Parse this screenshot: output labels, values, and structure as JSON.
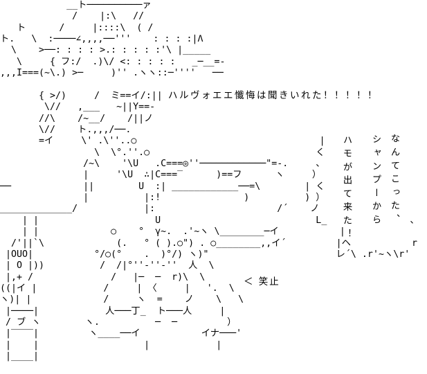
{
  "page": {
    "background_color": "#ffffff",
    "text_color": "#000000",
    "description": "Japanese ASCII art (AA) of a mecha-fish creature blowing bubbles, with dialogue text"
  },
  "dialogue": {
    "text": "ハルヴォエエ懺悔は聞きいれた！！！！！"
  },
  "caption": {
    "text": "＜ 笑止"
  },
  "speech_bubble": {
    "columns": [
      "なんてこった、",
      "シャンプーから",
      "ハモが出て来た！"
    ]
  },
  "ascii_art": {
    "lines": [
      "            __ト──────────ァ",
      "             /    |:\\   //",
      "   ト      /     |::::\\  ( /",
      "ト.   \\  :────∠,,,,──'''    : : : :|Λ",
      "  \\    >──: : : : >.: : : : :'\\ |_____",
      "   \\     { フ:/  .)\\/ <: : : : :   _─__=-",
      ",,,I===(~\\.) >─     )'' .ヽヽ::─''''   ──",
      "",
      "       { >/)     /  ミ==イ/:||",
      "        \\//   ,___   ~||Y==-",
      "       //\\    /~__/    /||ノ",
      "       \\//    ト.,,,/──.",
      "       =イ     \\' .\\''..○                                 |",
      "                 \\  \\°.''.○                              く",
      "               /~\\    '\\U   .C===◎''────────────\"=-.     、",
      "               |     '\\U  ∴|C===‾      )==フ      ヽ     ）",
      "──             ||        U  :| ____________──=\\        | く",
      "               |          |:!               )          ) ）",
      "_____________/            |:                      /´    ノ",
      "    | |                     U                            L_               、",
      "    | |             ○    °  γ~.  .'~ヽ \\________─イ           |",
      "  /'||`\\             (.   ° ( ).○\") . ○________,,イ´         |ヘ           r",
      " |OUO|           °/○(°    .  )°/) ヽ)\"                       レ´\\ .r'~ヽ\\r'",
      " | O |))          /  /|°''-''-''  人  \\",
      " |,+ /              /   |─  ─  r)\\  \\",
      "((|イ |            /     | 〈     |   '.  \\",
      "ヽ)| |             /     ヽ  =    ノ    \\   \\",
      " |────|            人───丁_  ト───人     |",
      " / ブ ヽ        ヽ.          ─  ─         ）",
      " |‾‾‾‾|         ヽ____──イ           イナ───'",
      " |    |                   |            |",
      " |____|",
      ""
    ]
  }
}
